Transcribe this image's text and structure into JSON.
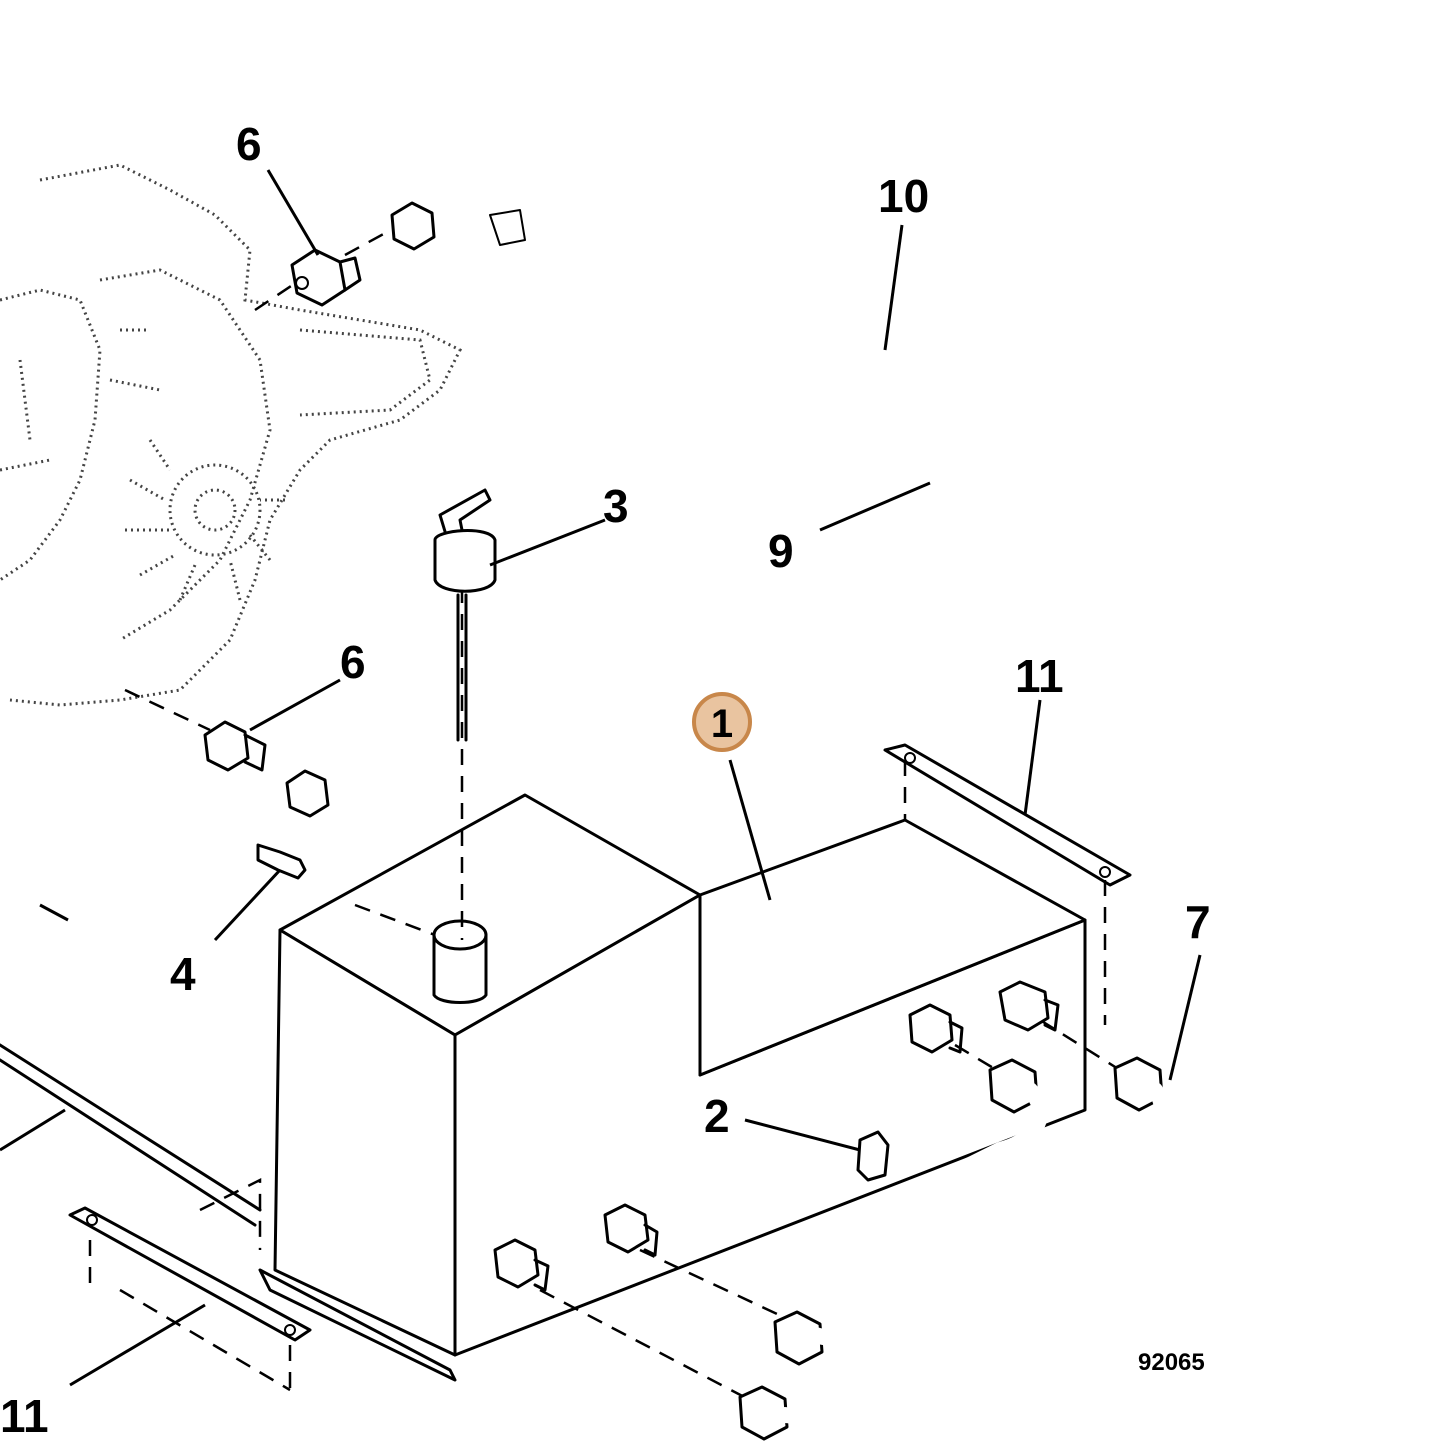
{
  "diagram": {
    "highlighted_callout": "1",
    "callouts": {
      "c1": "1",
      "c2": "2",
      "c3": "3",
      "c4": "4",
      "c6_top": "6",
      "c6_mid": "6",
      "c7": "7",
      "c9": "9",
      "c10": "10",
      "c11_right": "11",
      "c11_bottom": "11"
    },
    "reference_number": "92065",
    "colors": {
      "highlight_fill": "#e9c4a0",
      "highlight_stroke": "#c8874a",
      "line": "#000000"
    }
  }
}
